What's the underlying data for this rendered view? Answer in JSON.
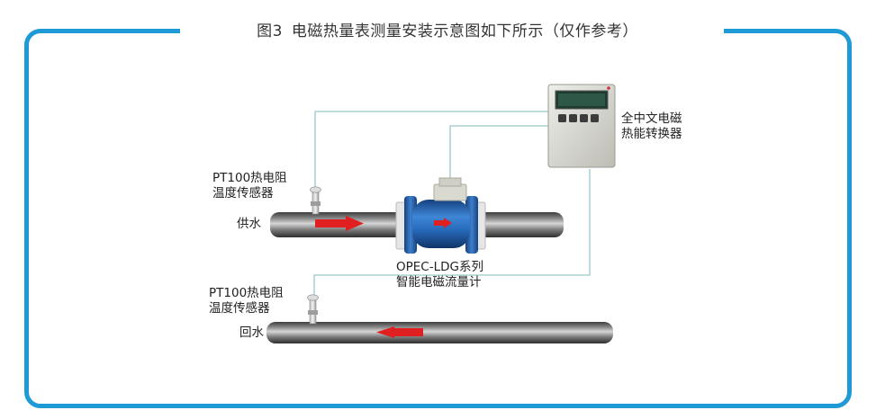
{
  "title": {
    "figure_no": "图3",
    "text": "电磁热量表测量安装示意图如下所示（仅作参考）"
  },
  "labels": {
    "converter": [
      "全中文电磁",
      "热能转换器"
    ],
    "sensor_supply": [
      "PT100热电阻",
      "温度传感器"
    ],
    "sensor_return": [
      "PT100热电阻",
      "温度传感器"
    ],
    "supply": "供水",
    "return": "回水",
    "flowmeter": [
      "OPEC-LDG系列",
      "智能电磁流量计"
    ]
  },
  "colors": {
    "frame": "#1e9ad6",
    "pipe": "#6a6a6a",
    "flowmeter": "#1f5fb0",
    "arrow": "#e02020",
    "wire": "#9cc7c8"
  }
}
